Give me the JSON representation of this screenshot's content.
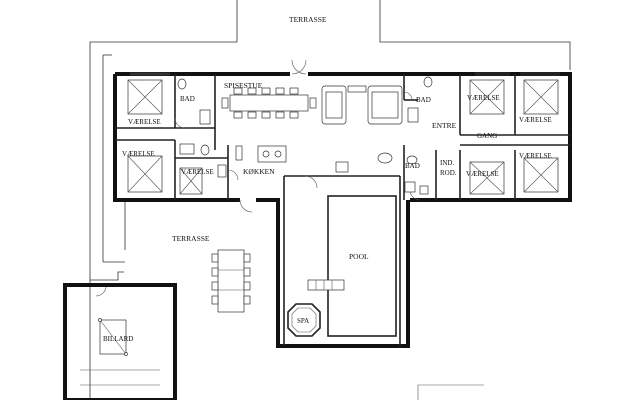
{
  "plan": {
    "labels": {
      "terrace_top": "TERRASSE",
      "bad_left": "BAD",
      "spisestue": "SPISESTUE",
      "vaerelse_top_left": "VÆRELSE",
      "vaerelse_mid_left": "VÆRELSE",
      "vaerelse_center_left": "VÆRELSE",
      "kokken": "KØKKEN",
      "bad_right": "BAD",
      "entre": "ENTRE",
      "vaerelse_top_right_a": "VÆRELSE",
      "vaerelse_top_right_b": "VÆRELSE",
      "gang": "GANG",
      "vaerelse_mid_right": "VÆRELSE",
      "bad_lower_right": "BAD",
      "ind_rod_1": "IND.",
      "ind_rod_2": "ROD.",
      "vaerelse_lower_right_a": "VÆRELSE",
      "terrace_left": "TERRASSE",
      "pool": "POOL",
      "spa": "SPA",
      "billard": "BILLARD"
    }
  }
}
